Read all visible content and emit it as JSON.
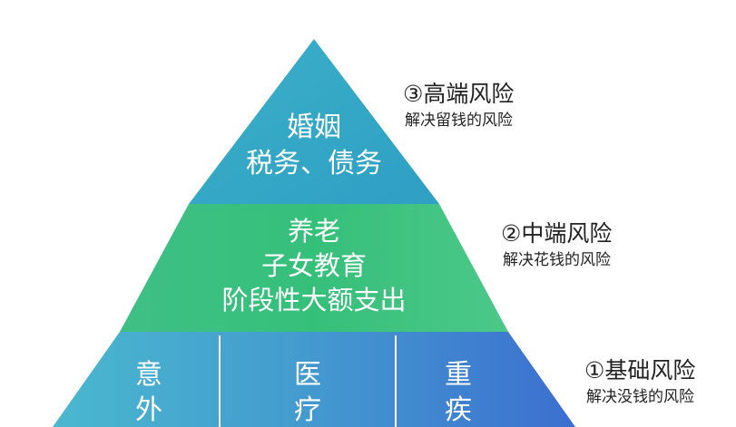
{
  "pyramid": {
    "top": {
      "lines": [
        "婚姻",
        "税务、债务"
      ]
    },
    "middle": {
      "lines": [
        "养老",
        "子女教育",
        "阶段性大额支出"
      ]
    },
    "base": {
      "cells": [
        {
          "chars": [
            "意",
            "外"
          ]
        },
        {
          "chars": [
            "医",
            "疗"
          ]
        },
        {
          "chars": [
            "重",
            "疾"
          ]
        }
      ]
    }
  },
  "levels": [
    {
      "title": "③高端风险",
      "subtitle": "解决留钱的风险"
    },
    {
      "title": "②中端风险",
      "subtitle": "解决花钱的风险"
    },
    {
      "title": "①基础风险",
      "subtitle": "解决没钱的风险"
    }
  ],
  "colors": {
    "top_tier": "#3fb4c8",
    "middle_tier": "#3cc07a",
    "base_left": "#4ab8cf",
    "base_right": "#3f6fd0",
    "divider": "#ffffff",
    "text": "#ffffff",
    "label_text": "#222222"
  }
}
